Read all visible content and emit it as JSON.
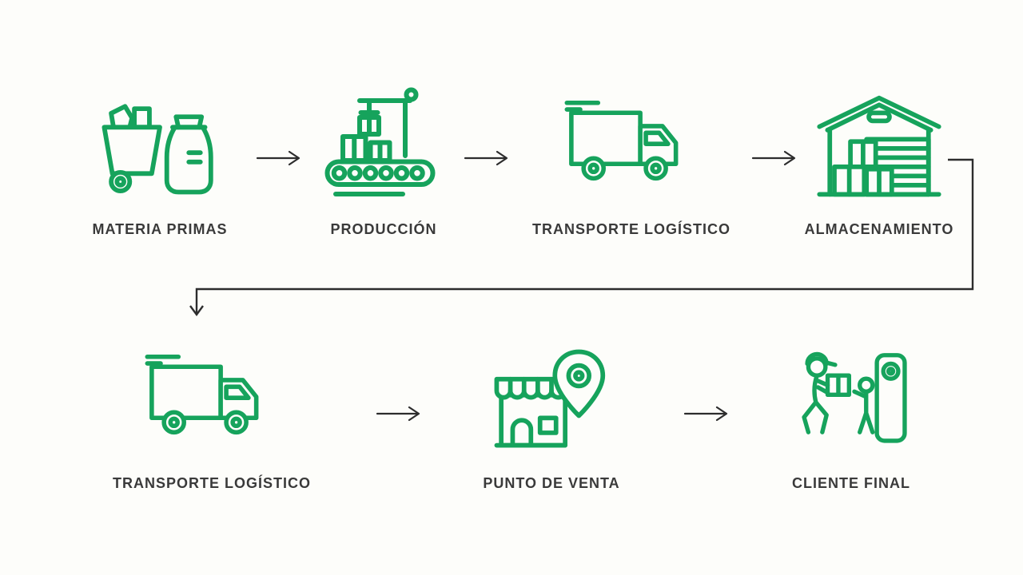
{
  "page": {
    "background": "#fdfdfa"
  },
  "colors": {
    "accent_green": "#16a35c",
    "label_text": "#3a3a3a",
    "arrow": "#2d2d2d"
  },
  "steps": {
    "row1": [
      {
        "label": "MATERIA PRIMAS",
        "icon": "raw-materials-icon"
      },
      {
        "label": "PRODUCCIÓN",
        "icon": "production-conveyor-icon"
      },
      {
        "label": "TRANSPORTE LOGÍSTICO",
        "icon": "delivery-truck-icon"
      },
      {
        "label": "ALMACENAMIENTO",
        "icon": "warehouse-icon"
      }
    ],
    "row2": [
      {
        "label": "TRANSPORTE LOGÍSTICO",
        "icon": "delivery-truck-icon"
      },
      {
        "label": "PUNTO DE VENTA",
        "icon": "storefront-location-icon"
      },
      {
        "label": "CLIENTE FINAL",
        "icon": "customer-delivery-icon"
      }
    ]
  }
}
